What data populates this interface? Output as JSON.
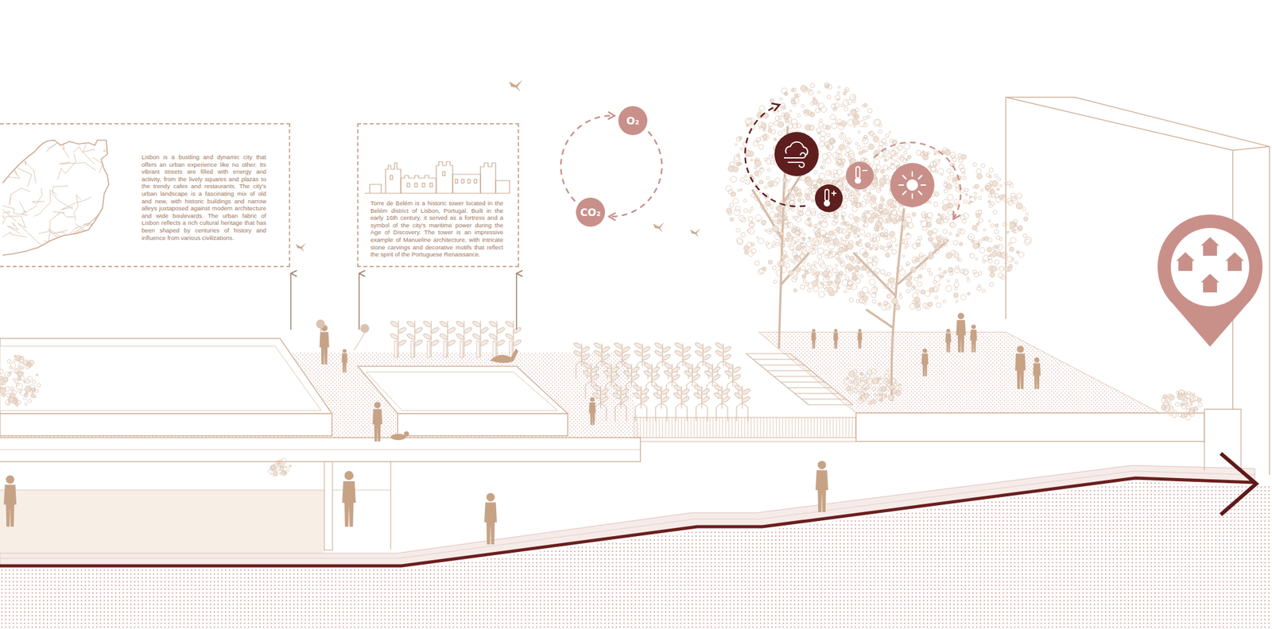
{
  "diagram": {
    "nodes": [
      {
        "text": [
          "Lisbon is a bustling and dynamic city that offers an urban experience like no other. Its vibrant streets are filled with energy and activity, from the lively squares and plazas to the trendy cafes and restaurants. The city's urban landscape is a fascinating mix of old and new, with historic buildings and narrow alleys juxtaposed against modern architecture and wide boulevards. The urban fabric of Lisbon reflects a rich cultural heritage that has been shaped by centuries of history and influence from various civilizations."
        ]
      },
      {
        "text": [
          "Torre de Belém is a historic tower located in the Belém district of Lisbon, Portugal. Built in the early 16th century, it served as a fortress and a symbol of the city's maritime power during the Age of Discovery. The tower is an impressive example of Manueline architecture, with intricate stone carvings and decorative motifs that reflect the spirit of the Portuguese Renaissance."
        ]
      },
      {
        "text": [
          "O₂"
        ]
      },
      {
        "text": [
          "CO₂"
        ]
      }
    ],
    "edges": [
      {
        "from": 3,
        "to": 2,
        "arrow": "to"
      },
      {
        "from": 2,
        "to": 3,
        "arrow": "to"
      }
    ]
  }
}
